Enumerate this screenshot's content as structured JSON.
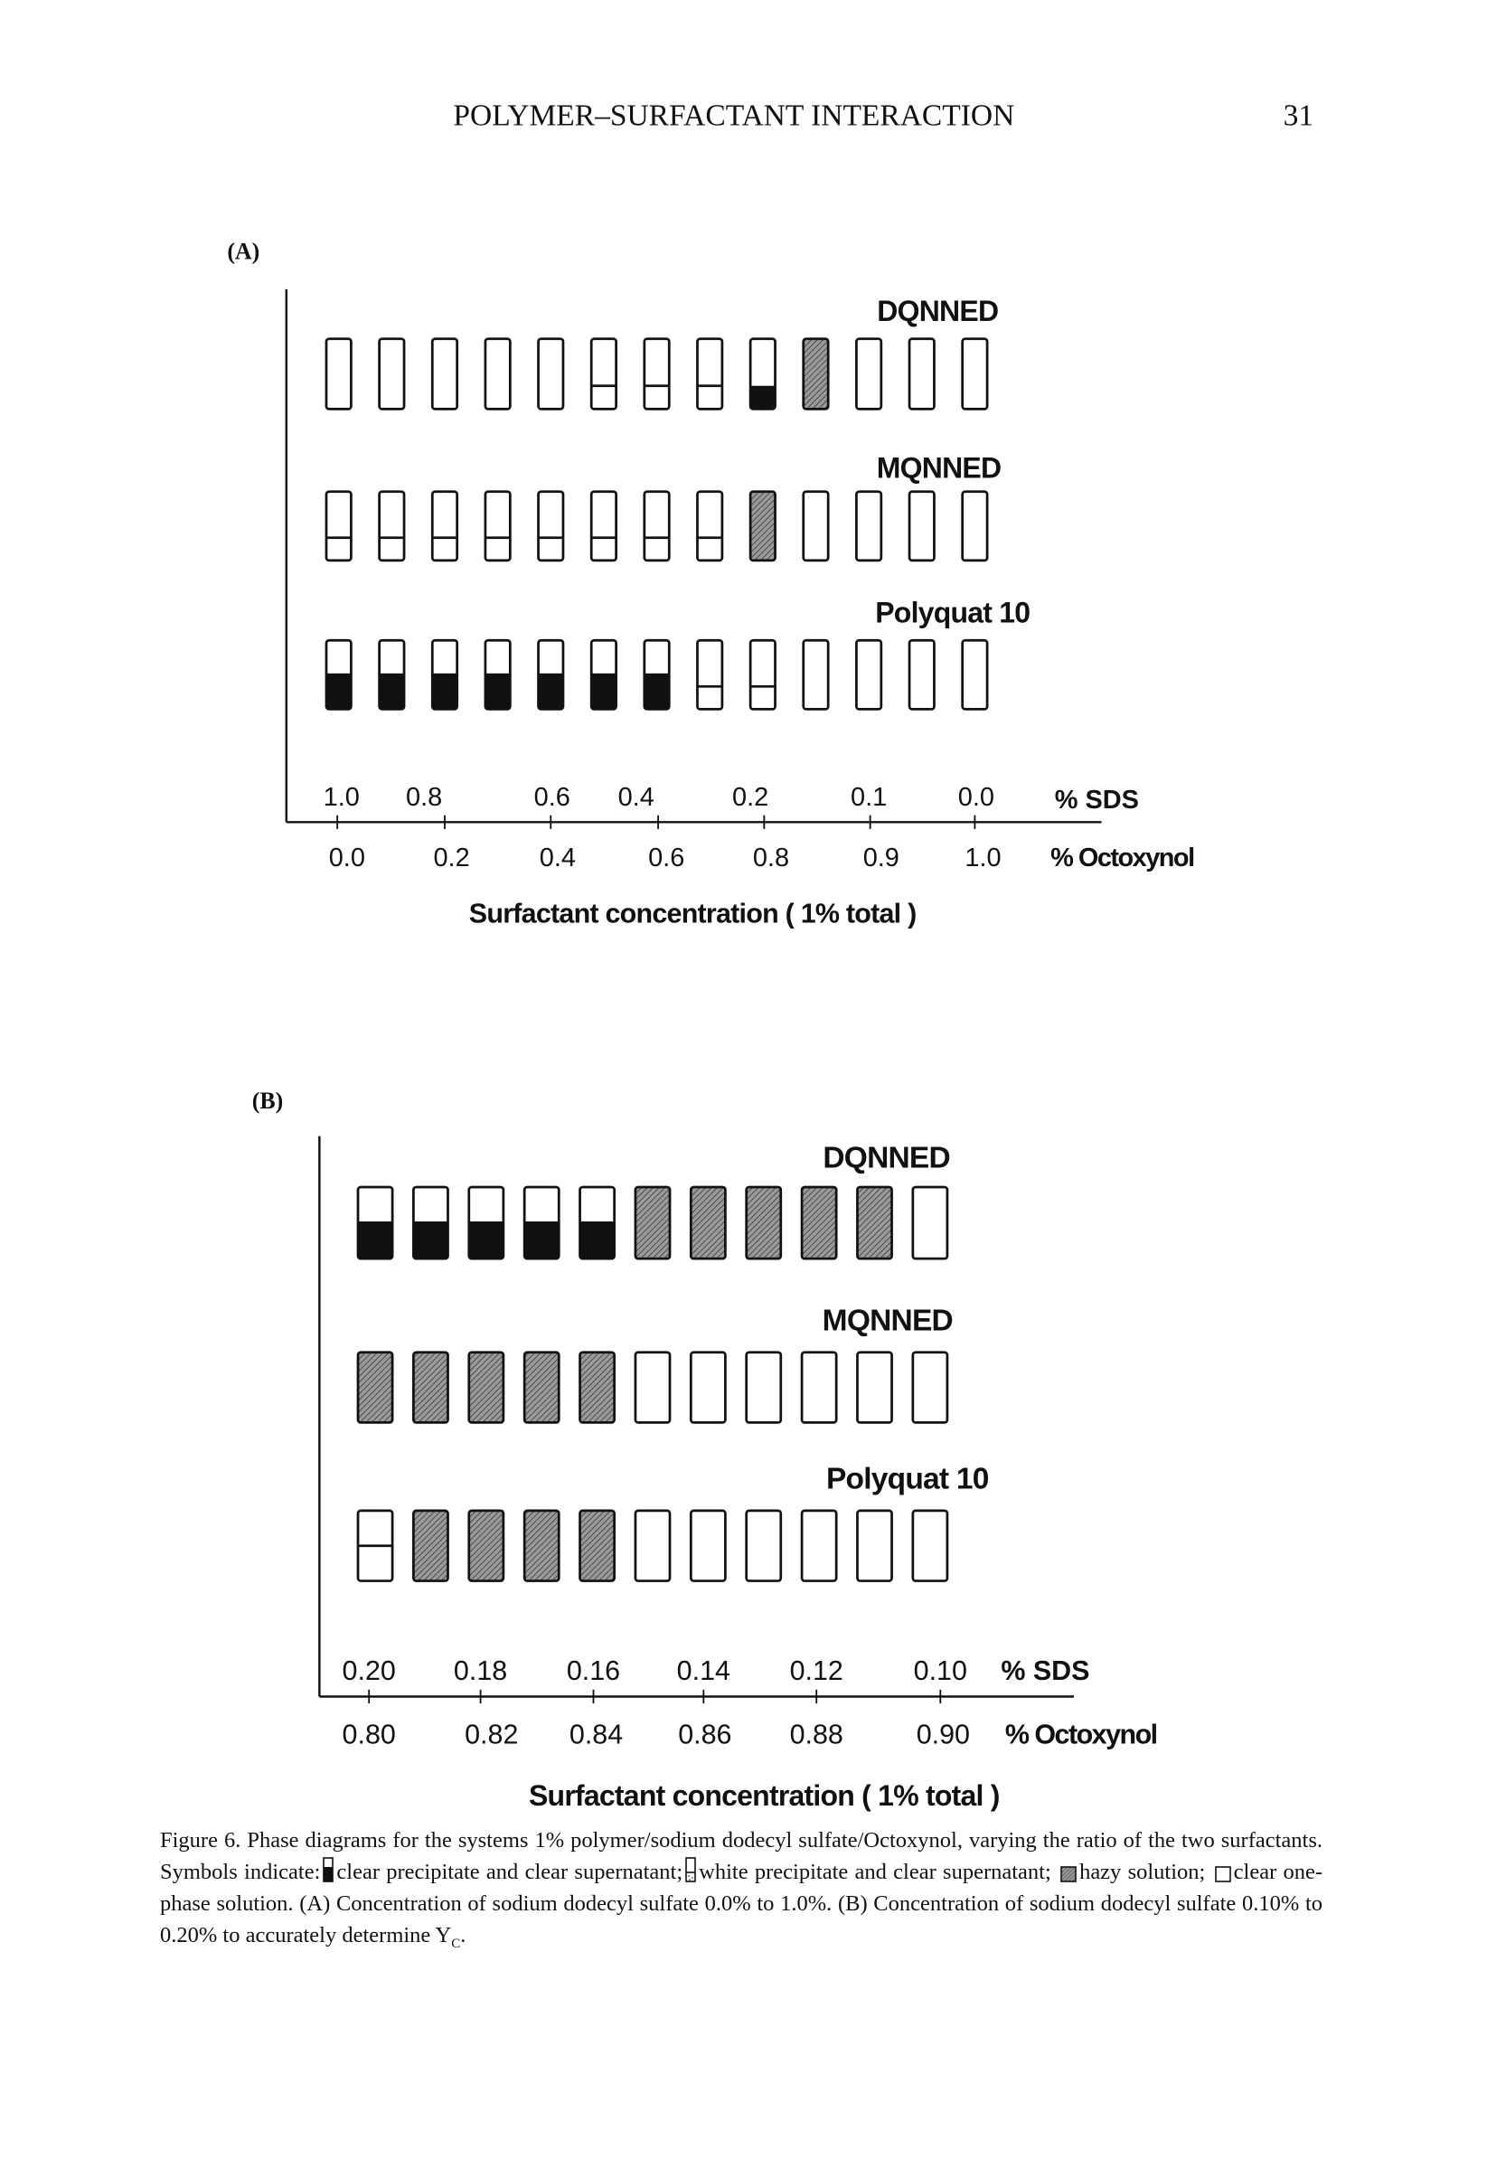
{
  "header": {
    "running_title": "POLYMER–SURFACTANT INTERACTION",
    "page_number": "31"
  },
  "colors": {
    "ink": "#111111",
    "hazy_fill": "#9a9a9a"
  },
  "legend_symbols": {
    "B": "clear precipitate and clear supernatant",
    "W": "white precipitate and clear supernatant",
    "H": "hazy solution",
    "C": "clear one-phase solution"
  },
  "chart_data": [
    {
      "type": "phase-diagram",
      "panel_label": "(A)",
      "xlabel": "Surfactant concentration ( 1% total )",
      "top_axis_label": "% SDS",
      "bottom_axis_label": "% Octoxynol",
      "top_ticks": [
        "1.0",
        "0.8",
        "0.6",
        "0.4",
        "0.2",
        "0.1",
        "0.0"
      ],
      "bottom_ticks": [
        "0.0",
        "0.2",
        "0.4",
        "0.6",
        "0.8",
        "0.9",
        "1.0"
      ],
      "series": [
        {
          "name": "DQNNED",
          "states": [
            "C",
            "C",
            "C",
            "C",
            "C",
            "W",
            "W",
            "W",
            "B",
            "H",
            "C",
            "C",
            "C"
          ]
        },
        {
          "name": "MQNNED",
          "states": [
            "W",
            "W",
            "W",
            "W",
            "W",
            "W",
            "W",
            "W",
            "H",
            "C",
            "C",
            "C",
            "C"
          ]
        },
        {
          "name": "Polyquat 10",
          "states": [
            "B",
            "B",
            "B",
            "B",
            "B",
            "B",
            "B",
            "W",
            "W",
            "C",
            "C",
            "C",
            "C"
          ]
        }
      ]
    },
    {
      "type": "phase-diagram",
      "panel_label": "(B)",
      "xlabel": "Surfactant concentration ( 1% total )",
      "top_axis_label": "% SDS",
      "bottom_axis_label": "% Octoxynol",
      "top_ticks": [
        "0.20",
        "0.18",
        "0.16",
        "0.14",
        "0.12",
        "0.10"
      ],
      "bottom_ticks": [
        "0.80",
        "0.82",
        "0.84",
        "0.86",
        "0.88",
        "0.90"
      ],
      "series": [
        {
          "name": "DQNNED",
          "states": [
            "B",
            "B",
            "B",
            "B",
            "B",
            "H",
            "H",
            "H",
            "H",
            "H",
            "C"
          ]
        },
        {
          "name": "MQNNED",
          "states": [
            "H",
            "H",
            "H",
            "H",
            "H",
            "C",
            "C",
            "C",
            "C",
            "C",
            "C"
          ]
        },
        {
          "name": "Polyquat 10",
          "states": [
            "W",
            "H",
            "H",
            "H",
            "H",
            "C",
            "C",
            "C",
            "C",
            "C",
            "C"
          ]
        }
      ]
    }
  ],
  "caption": {
    "lead": "Figure 6.",
    "t1": " Phase diagrams for the systems 1% polymer/sodium dodecyl sulfate/Octoxynol, varying the ratio of the two surfactants. Symbols indicate:",
    "t2": "clear precipitate and clear supernatant;",
    "t3": "white precipitate and clear supernatant;",
    "t4": "hazy solution;",
    "t5": "clear one-phase solution. (A) Concentration of sodium dodecyl sulfate 0.0% to 1.0%. (B) Concentration of sodium dodecyl sulfate 0.10% to 0.20% to accurately determine Y",
    "t5_sub": "C",
    "t6": "."
  }
}
